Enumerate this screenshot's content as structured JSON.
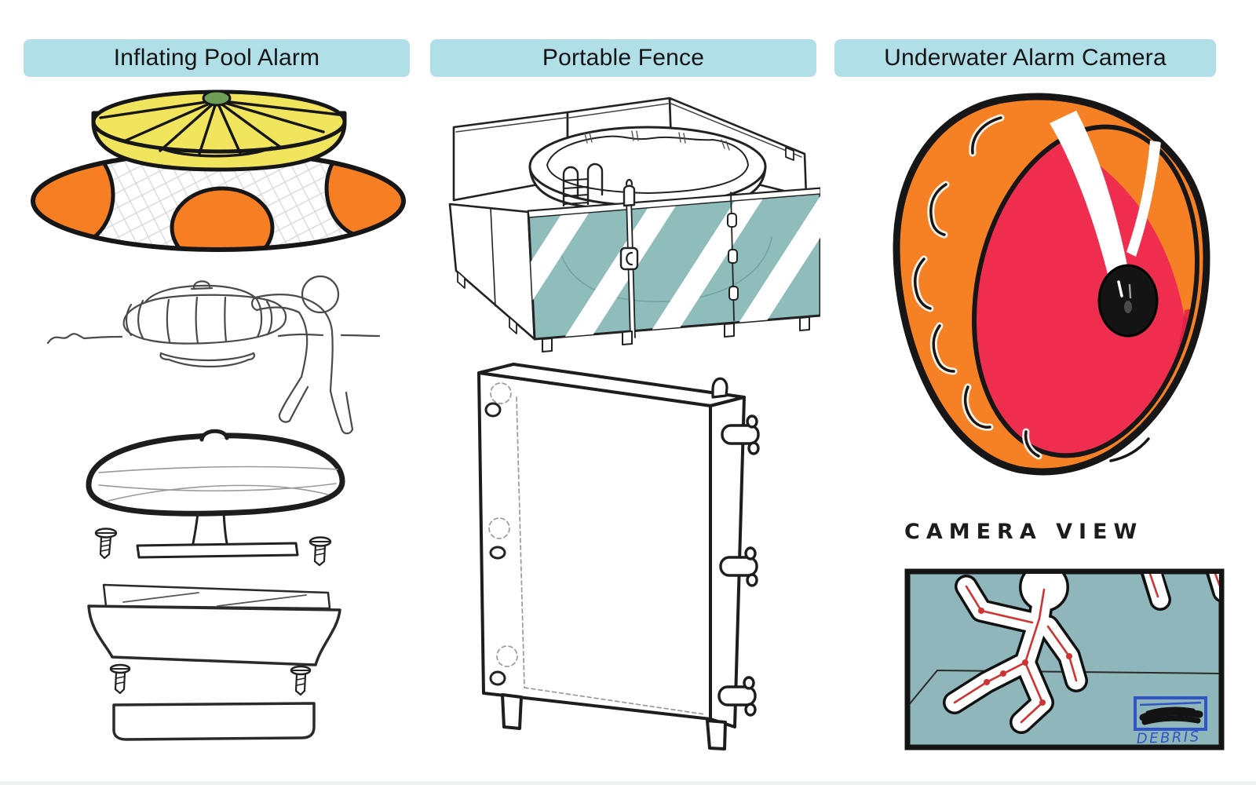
{
  "page": {
    "title": "Pool safety product concept sketches",
    "background": "#ffffff"
  },
  "headers": [
    {
      "label": "Inflating Pool Alarm"
    },
    {
      "label": "Portable Fence"
    },
    {
      "label": "Underwater Alarm Camera"
    }
  ],
  "header_style": {
    "background": "#b1dfe7",
    "text_color": "#141414"
  },
  "figures": {
    "pool_alarm_inflated": "colored drawing of inflated ring alarm with yellow dome and green button",
    "pool_alarm_in_use": "pencil sketch of device floating on water with person reaching for it",
    "pool_alarm_exploded_top": "exploded sketch of compact disc unit with stem, plate and two screws",
    "pool_alarm_exploded_base": "exploded sketch of housing, two screws and base tray",
    "fence_assembled": "portable fence panels surrounding an above-ground pool with ladder",
    "fence_panel": "single fence panel with hinge barrels, holes and feet",
    "camera_device": "orange and red puck-shaped underwater camera with black lens",
    "camera_view_panel": "underwater camera view with pose-tracked swimmer and debris marker"
  },
  "camera_view": {
    "title": "CAMERA VIEW",
    "debris_label": "DEBRIS"
  },
  "colors": {
    "ring_orange": "#f57f22",
    "dome_yellow": "#f2e55e",
    "button_green": "#6f9f56",
    "fence_teal": "#8fbdbb",
    "camera_orange": "#f58124",
    "camera_red": "#ee2d4f",
    "camera_view_teal": "#8fb6ba",
    "ink_blue": "#2f55c8",
    "skeleton_red": "#cf3333",
    "outline_black": "#161616"
  }
}
